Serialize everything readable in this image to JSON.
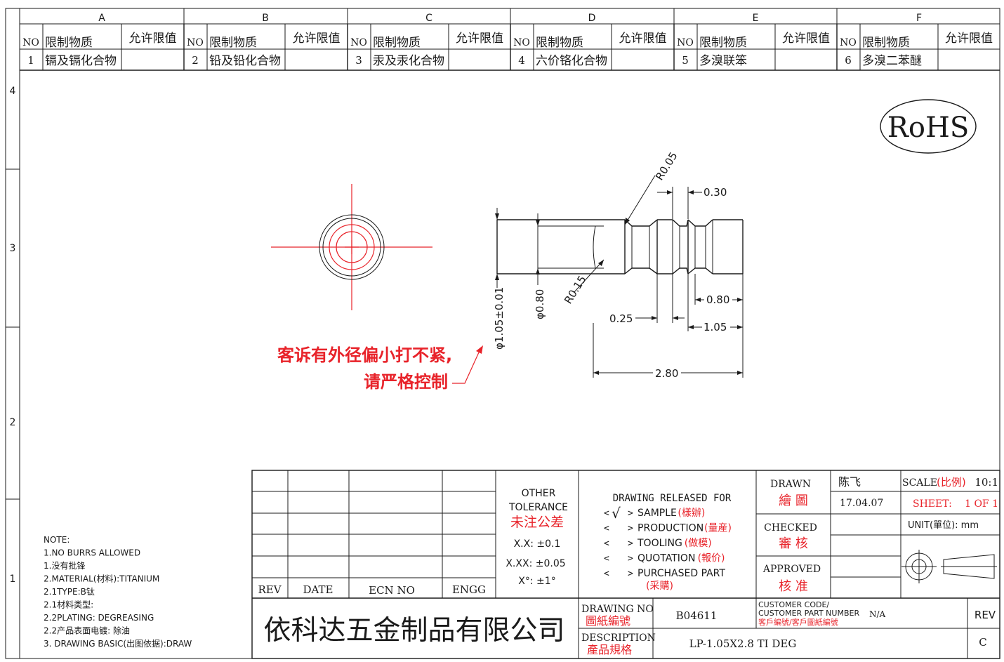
{
  "header_partial": "",
  "zones": {
    "columns": [
      "A",
      "B",
      "C",
      "D",
      "E",
      "F"
    ],
    "rows": [
      "4",
      "3",
      "2",
      "1"
    ]
  },
  "restricted": {
    "no_header": "NO",
    "substance_header": "限制物质",
    "limit_header": "允许限值",
    "items": [
      {
        "no": "1",
        "name": "镉及镉化合物"
      },
      {
        "no": "2",
        "name": "铅及铅化合物"
      },
      {
        "no": "3",
        "name": "汞及汞化合物"
      },
      {
        "no": "4",
        "name": "六价铬化合物"
      },
      {
        "no": "5",
        "name": "多溴联笨"
      },
      {
        "no": "6",
        "name": "多溴二苯醚"
      }
    ]
  },
  "rohs": "RoHS",
  "dimensions": {
    "r005": "R0.05",
    "d030": "0.30",
    "r015": "R0.15",
    "dia105": "φ1.05±0.01",
    "dia080": "φ0.80",
    "d025": "0.25",
    "d080": "0.80",
    "d105": "1.05",
    "d280": "2.80"
  },
  "annotation": {
    "line1": "客诉有外径偏小打不紧,",
    "line2": "请严格控制"
  },
  "notes": [
    "NOTE:",
    "1.NO BURRS ALLOWED",
    "1.没有批锋",
    "2.MATERIAL(材料):TITANIUM",
    "2.1TYPE:B钛",
    "2.1材料类型:",
    "2.2PLATING: DEGREASING",
    "2.2产品表面电镀: 除油",
    "3. DRAWING BASIC(出图依据):DRAW"
  ],
  "revision": {
    "rev": "REV",
    "date": "DATE",
    "ecn": "ECN NO",
    "engg": "ENGG"
  },
  "tolerance": {
    "title1": "OTHER",
    "title2": "TOLERANCE",
    "title_cn": "未注公差",
    "xx": "X.X: ±0.1",
    "xxx": "X.XX: ±0.05",
    "deg": "X°: ±1°"
  },
  "release": {
    "title": "DRAWING RELEASED FOR",
    "options": [
      {
        "label": "SAMPLE",
        "cn": "(樣辦)",
        "checked": true
      },
      {
        "label": "PRODUCTION",
        "cn": "(量産)",
        "checked": false
      },
      {
        "label": "TOOLING",
        "cn": "(做模)",
        "checked": false
      },
      {
        "label": "QUOTATION",
        "cn": "(報价)",
        "checked": false
      },
      {
        "label": "PURCHASED PART",
        "cn": "(采購)",
        "checked": false
      }
    ],
    "check_mark": "√"
  },
  "approval": {
    "drawn": "DRAWN",
    "drawn_cn": "繪 圖",
    "drawn_by": "陈飞",
    "drawn_date": "17.04.07",
    "checked": "CHECKED",
    "checked_cn": "審 核",
    "approved": "APPROVED",
    "approved_cn": "核 准"
  },
  "scale": {
    "label": "SCALE",
    "label_cn": "(比例)",
    "value": "10:1",
    "sheet": "SHEET:",
    "sheet_value": "1 OF 1",
    "unit": "UNIT(單位): mm"
  },
  "company": "依科达五金制品有限公司",
  "drawing_no": {
    "label": "DRAWING NO",
    "label_cn": "圖紙編號",
    "value": "B04611"
  },
  "description": {
    "label": "DESCRIPTION",
    "label_cn": "產品規格",
    "value": "LP-1.05X2.8 TI DEG"
  },
  "customer": {
    "label1": "CUSTOMER CODE/",
    "label2": "CUSTOMER PART NUMBER",
    "label_cn": "客戶編號/客戶圖紙編號",
    "value": "N/A"
  },
  "rev_block": {
    "label": "REV",
    "value": "C"
  },
  "colors": {
    "line": "#1a1a1a",
    "accent_red": "#e8232a"
  }
}
